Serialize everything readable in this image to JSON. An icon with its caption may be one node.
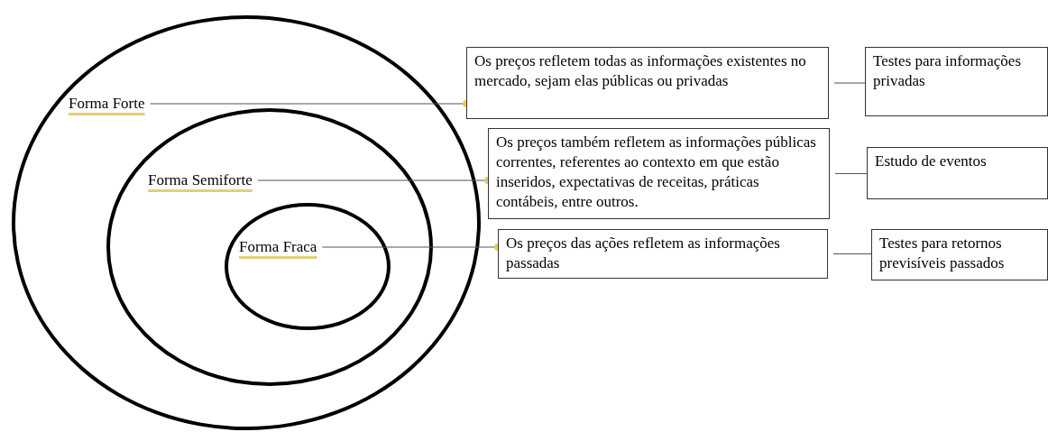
{
  "diagram": {
    "nodes": [
      {
        "text": [],
        "shape": "ellipse"
      },
      {
        "text": [
          "Forma Forte"
        ],
        "in": 0
      },
      {
        "text": [],
        "shape": "ellipse",
        "in": 0
      },
      {
        "text": [
          "Forma Semiforte"
        ],
        "in": 2
      },
      {
        "text": [],
        "shape": "ellipse",
        "in": 2
      },
      {
        "text": [
          "Forma Fraca"
        ],
        "in": 4
      },
      {
        "text": [
          "Os preços refletem todas as informações existentes no mercado, sejam elas públicas ou privadas"
        ]
      },
      {
        "text": [
          "Testes para informações privadas"
        ]
      },
      {
        "text": [
          "Os preços também refletem as informações públicas correntes, referentes ao contexto em que estão inseridos, expectativas de receitas, práticas contábeis, entre outros."
        ]
      },
      {
        "text": [
          "Estudo de eventos"
        ]
      },
      {
        "text": [
          "Os preços das ações refletem as informações passadas"
        ]
      },
      {
        "text": [
          "Testes para retornos previsíveis passados"
        ]
      }
    ],
    "edges": [
      {
        "from": 1,
        "to": 6,
        "arrow": "other"
      },
      {
        "from": 6,
        "to": 7,
        "arrow": "none"
      },
      {
        "from": 3,
        "to": 8,
        "arrow": "other"
      },
      {
        "from": 8,
        "to": 9,
        "arrow": "none"
      },
      {
        "from": 5,
        "to": 10,
        "arrow": "other"
      },
      {
        "from": 10,
        "to": 11,
        "arrow": "none"
      }
    ]
  }
}
